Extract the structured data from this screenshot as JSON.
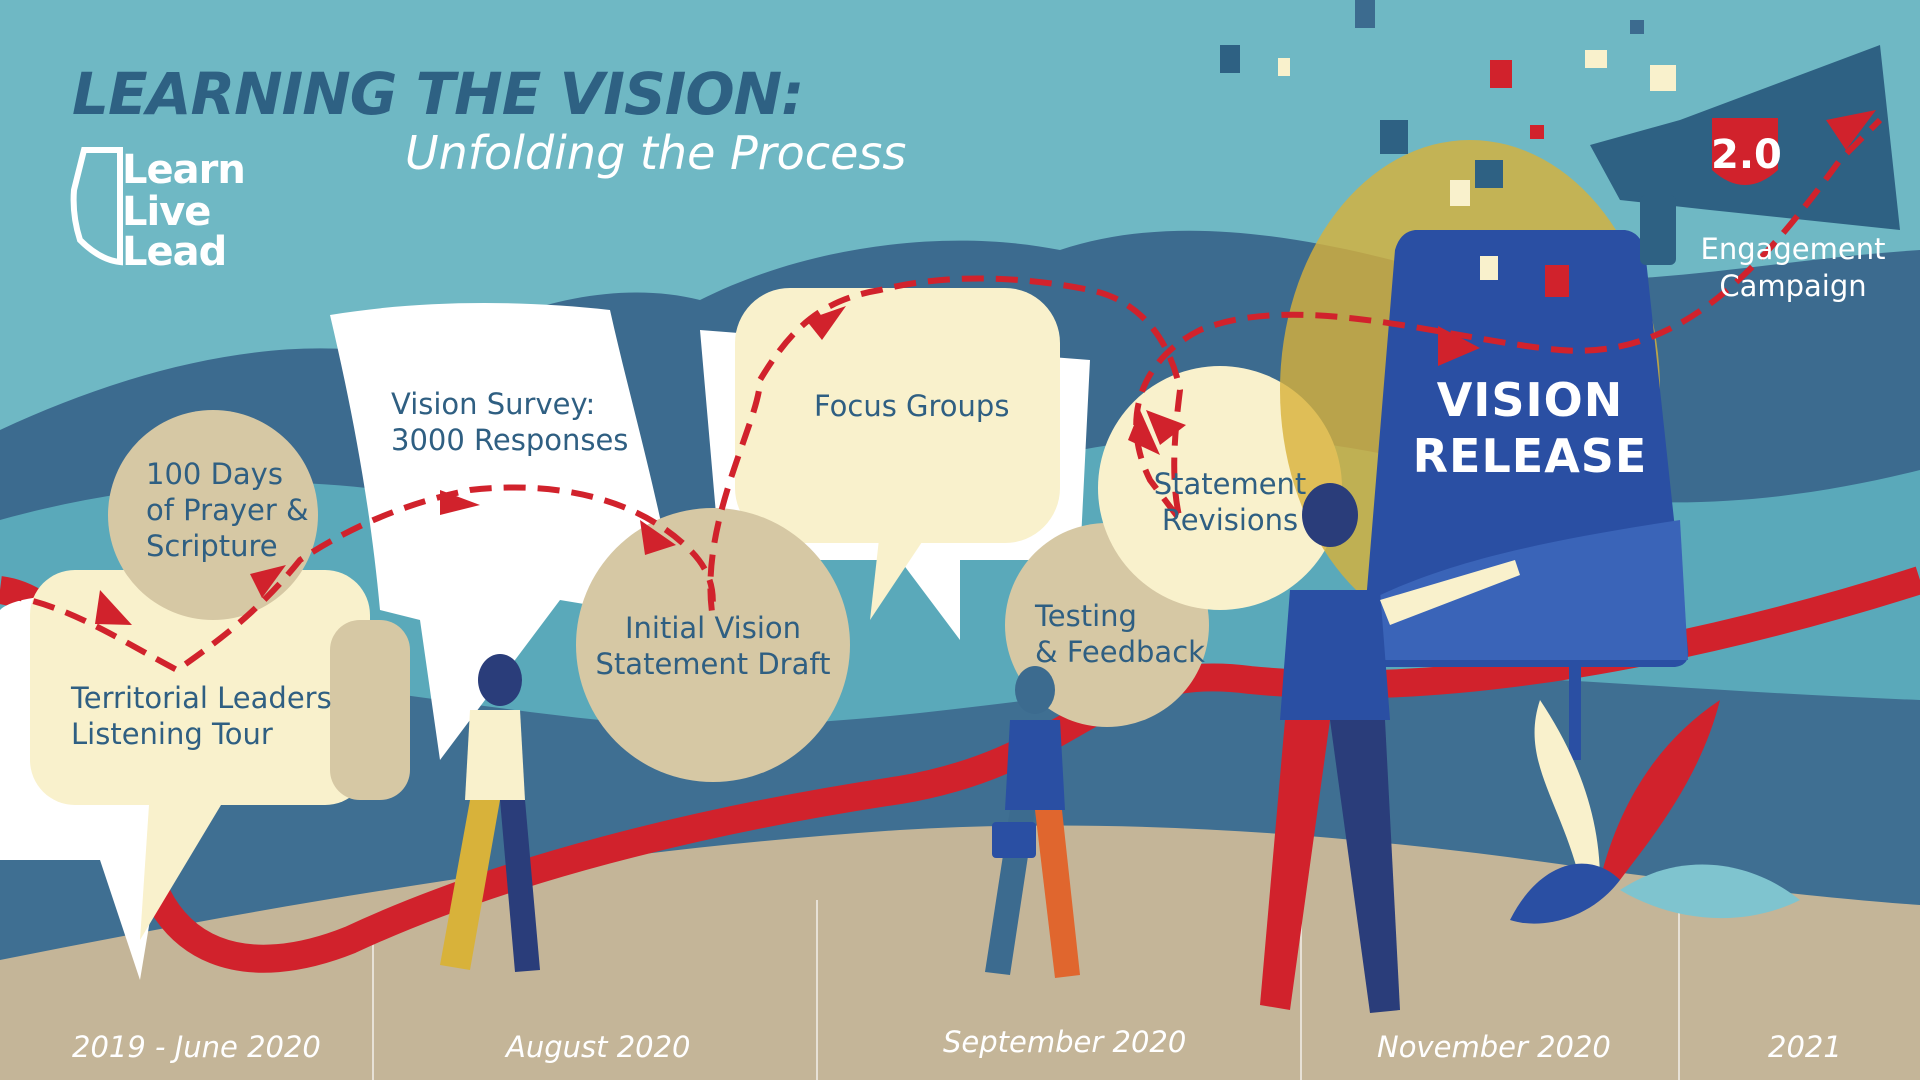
{
  "title": "LEARNING THE VISION:",
  "subtitle": "Unfolding the Process",
  "logo": [
    "Learn",
    "Live",
    "Lead"
  ],
  "steps": {
    "listening_tour": [
      "Territorial Leaders",
      "Listening Tour"
    ],
    "prayer": [
      "100 Days",
      "of Prayer &",
      "Scripture"
    ],
    "survey": [
      "Vision Survey:",
      "3000 Responses"
    ],
    "initial_draft": [
      "Initial Vision",
      "Statement Draft"
    ],
    "focus_groups": [
      "Focus Groups"
    ],
    "testing": [
      "Testing",
      "& Feedback"
    ],
    "revisions": [
      "Statement",
      "Revisions"
    ],
    "release": [
      "VISION",
      "RELEASE"
    ],
    "engagement": [
      "Engagement",
      "Campaign"
    ]
  },
  "badge": "2.0",
  "timeline": [
    "2019 - June 2020",
    "August 2020",
    "September 2020",
    "November 2020",
    "2021"
  ],
  "colors": {
    "background": "#6fb8c4",
    "navy": "#2e6183",
    "ground": "#c4b598",
    "red": "#d1222c",
    "cream": "#f9f1cc",
    "tan": "#d6c8a4",
    "blue": "#2a4fa3"
  }
}
